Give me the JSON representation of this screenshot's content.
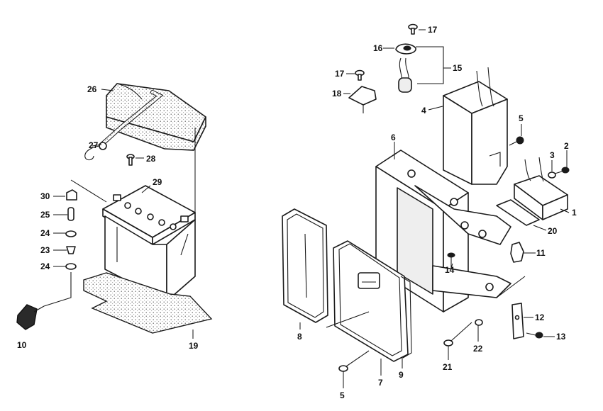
{
  "callouts": {
    "c1": "1",
    "c2": "2",
    "c3": "3",
    "c4": "4",
    "c5a": "5",
    "c5b": "5",
    "c6": "6",
    "c7": "7",
    "c8": "8",
    "c9": "9",
    "c10": "10",
    "c11": "11",
    "c12": "12",
    "c13": "13",
    "c14": "14",
    "c15": "15",
    "c16": "16",
    "c17a": "17",
    "c17b": "17",
    "c18": "18",
    "c19": "19",
    "c20": "20",
    "c21": "21",
    "c22": "22",
    "c23": "23",
    "c24a": "24",
    "c24b": "24",
    "c25": "25",
    "c26": "26",
    "c27": "27",
    "c28": "28",
    "c29": "29",
    "c30": "30"
  }
}
